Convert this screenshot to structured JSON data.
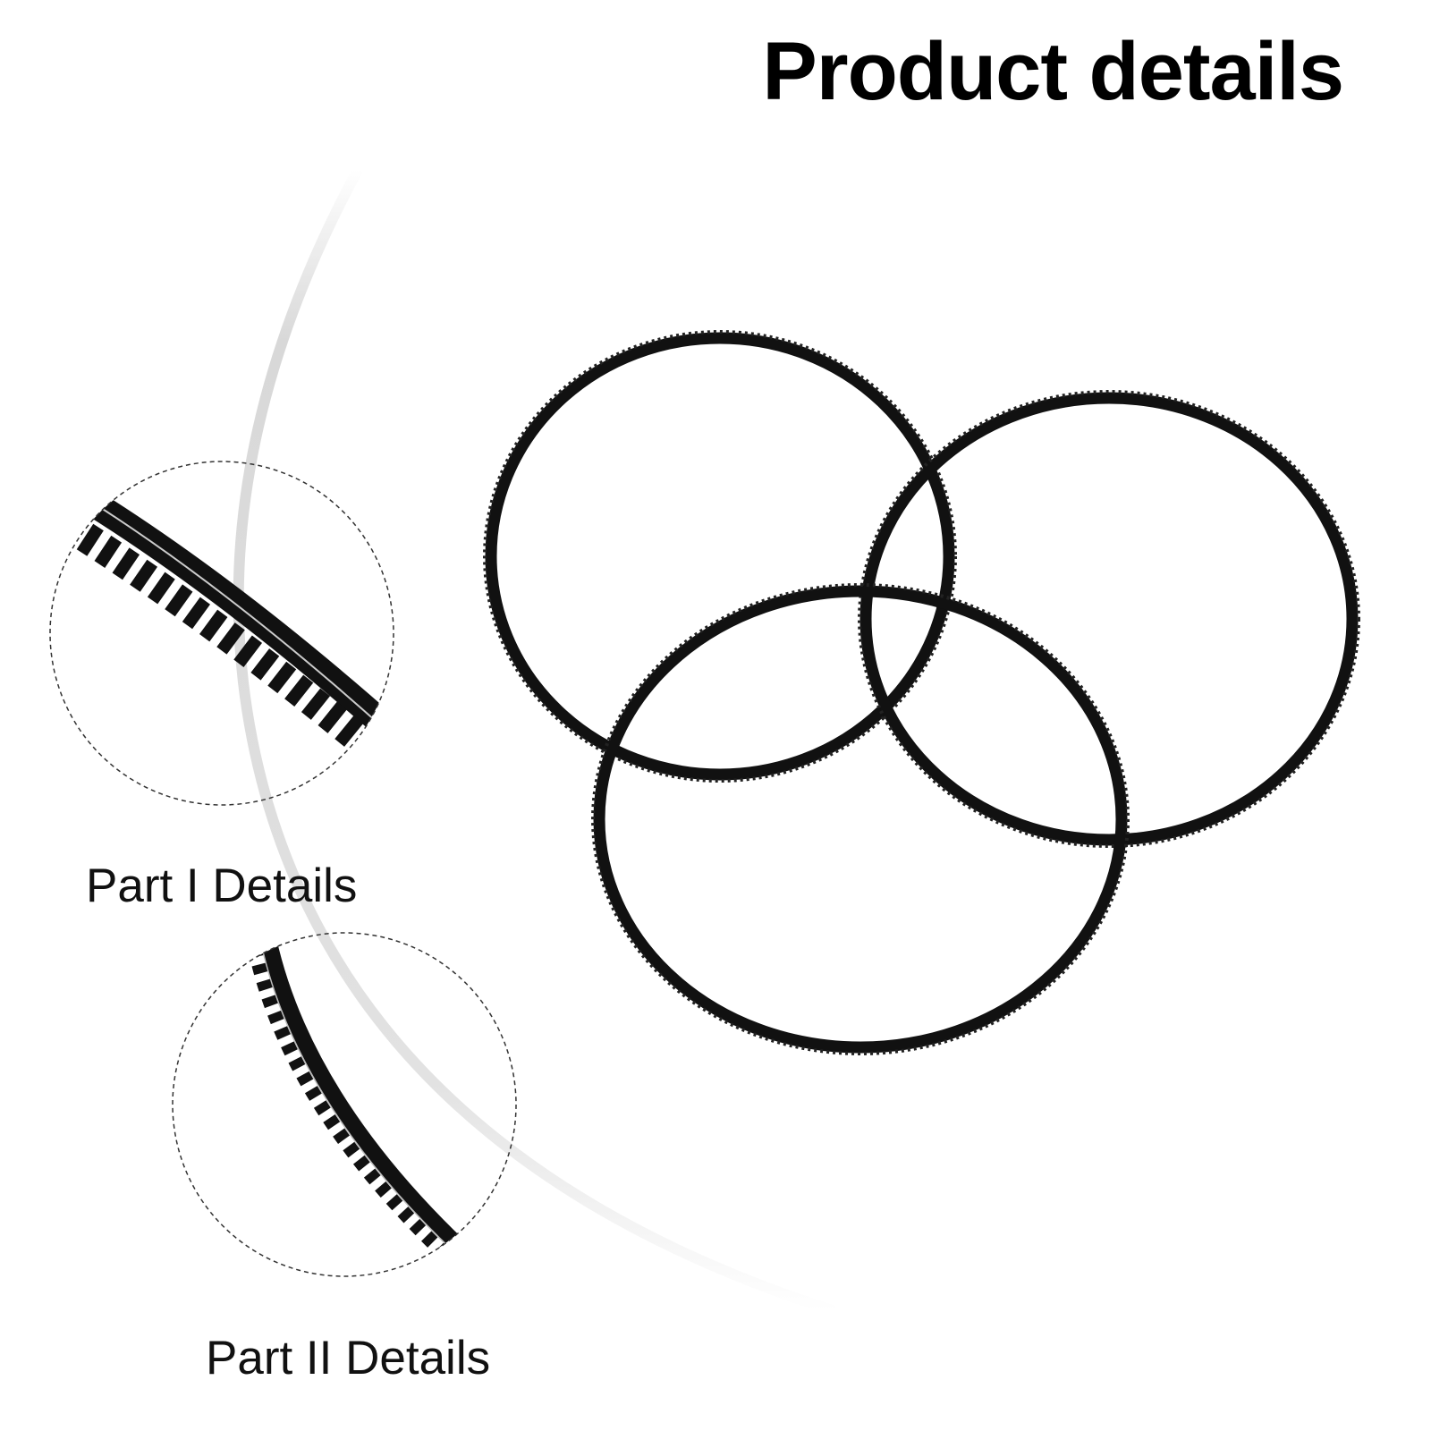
{
  "header": {
    "title": "Product details"
  },
  "details": [
    {
      "label": "Part I Details"
    },
    {
      "label": "Part II Details"
    }
  ],
  "colors": {
    "belt": "#111111",
    "arc": "#dddddd",
    "text": "#000000"
  }
}
